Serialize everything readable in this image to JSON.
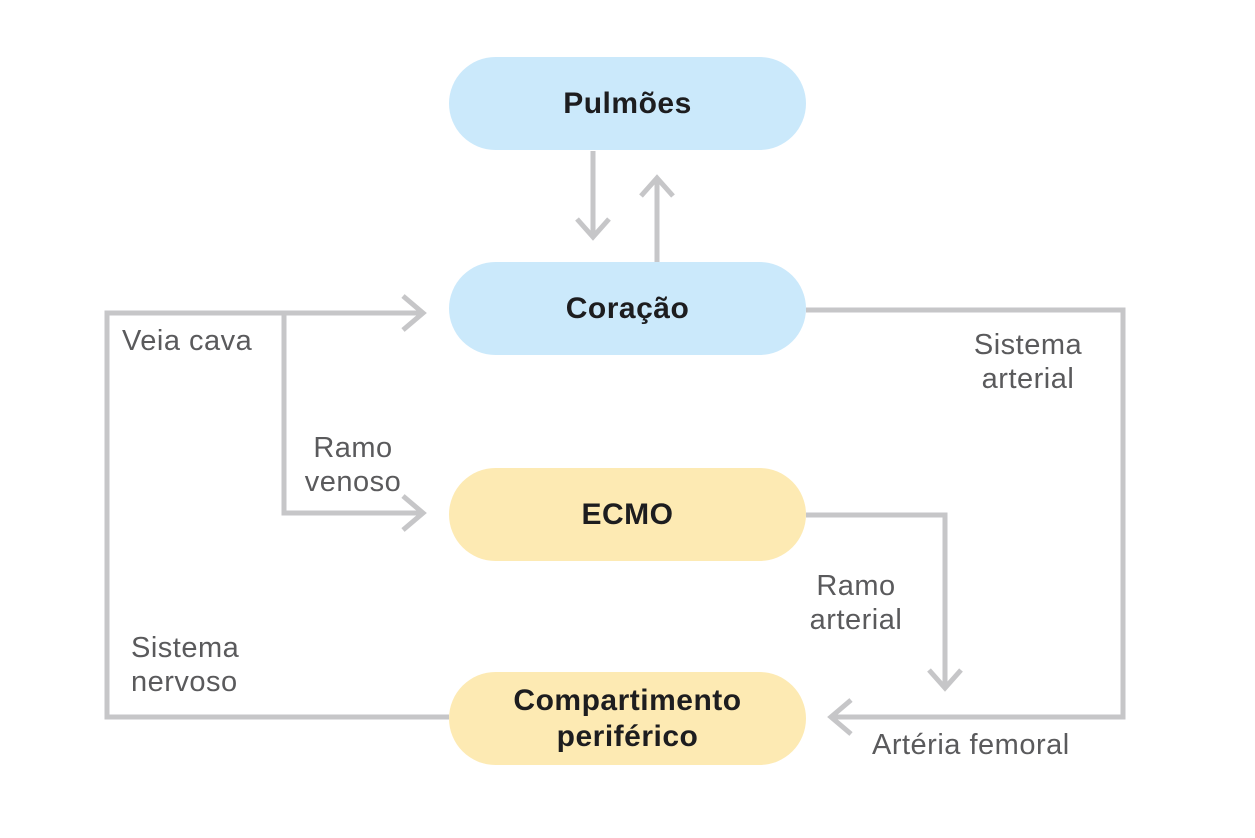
{
  "diagram": {
    "type": "flowchart",
    "nodes": [
      {
        "id": "pulmoes",
        "label": "Pulmões",
        "fill": "#cbe9fb"
      },
      {
        "id": "coracao",
        "label": "Coração",
        "fill": "#cbe9fb"
      },
      {
        "id": "ecmo",
        "label": "ECMO",
        "fill": "#fdeab3"
      },
      {
        "id": "compartimento-periferico",
        "label": "Compartimento periférico",
        "fill": "#fdeab3"
      }
    ],
    "edge_labels": [
      {
        "id": "veia-cava",
        "label": "Veia cava"
      },
      {
        "id": "ramo-venoso",
        "label": "Ramo venoso"
      },
      {
        "id": "sistema-arterial",
        "label": "Sistema arterial"
      },
      {
        "id": "ramo-arterial",
        "label": "Ramo arterial"
      },
      {
        "id": "sistema-nervoso",
        "label": "Sistema nervoso"
      },
      {
        "id": "arteria-femoral",
        "label": "Artéria femoral"
      }
    ],
    "edges": [
      {
        "from": "pulmoes",
        "to": "coracao",
        "label": ""
      },
      {
        "from": "coracao",
        "to": "pulmoes",
        "label": ""
      },
      {
        "from": "compartimento-periferico",
        "to": "coracao",
        "label": "Sistema nervoso / Veia cava"
      },
      {
        "from": "veia-cava-line",
        "to": "ecmo",
        "label": "Ramo venoso"
      },
      {
        "from": "coracao",
        "to": "compartimento-periferico",
        "label": "Sistema arterial / Artéria femoral"
      },
      {
        "from": "ecmo",
        "to": "arteria-femoral-line",
        "label": "Ramo arterial"
      }
    ],
    "colors": {
      "node_blue": "#cbe9fb",
      "node_yellow": "#fdeab3",
      "arrow_gray": "#c6c6c8",
      "edge_label_text": "#5a5a5c",
      "node_text": "#1d1d1f",
      "background": "#ffffff"
    }
  }
}
